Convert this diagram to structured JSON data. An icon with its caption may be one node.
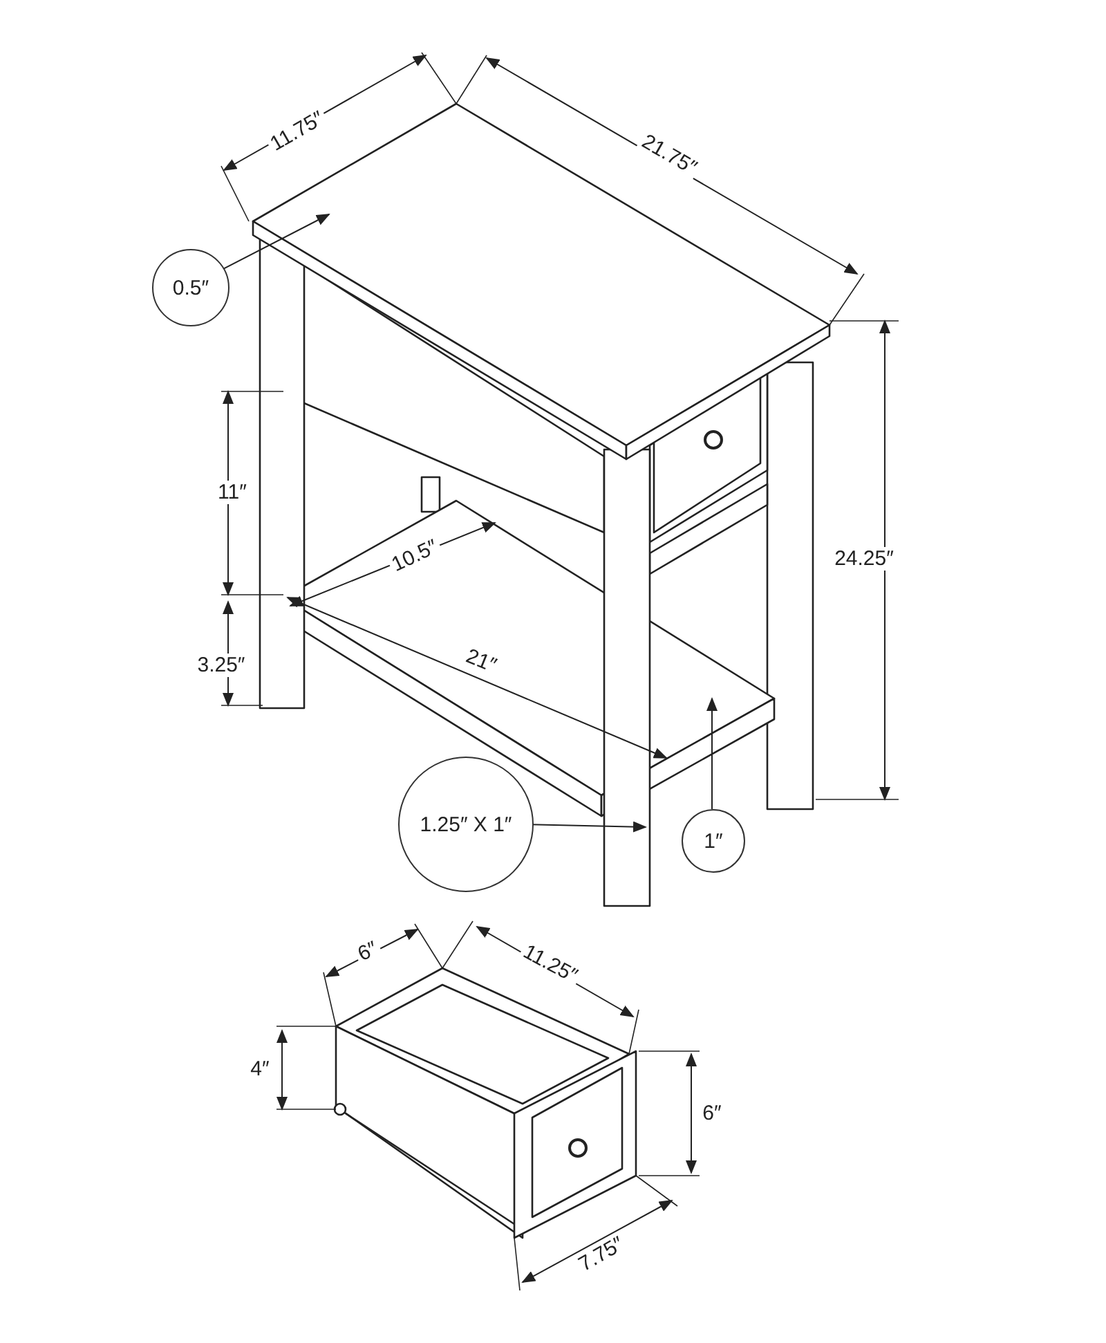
{
  "diagram": {
    "nodes": [
      {
        "text": [
          "0.5″"
        ]
      },
      {
        "text": [
          "1.25″ X 1″"
        ]
      },
      {
        "text": [
          "1″"
        ]
      }
    ],
    "edges": [
      {
        "from": 0,
        "to": null,
        "arrow": "to"
      },
      {
        "from": 1,
        "to": null,
        "arrow": "to"
      },
      {
        "from": 2,
        "to": null,
        "arrow": "to"
      }
    ],
    "labels": [
      "11.75″",
      "21.75″",
      "11″",
      "24.25″",
      "10.5″",
      "3.25″",
      "21″",
      "6″",
      "11.25″",
      "4″",
      "6″",
      "7.75″"
    ]
  }
}
